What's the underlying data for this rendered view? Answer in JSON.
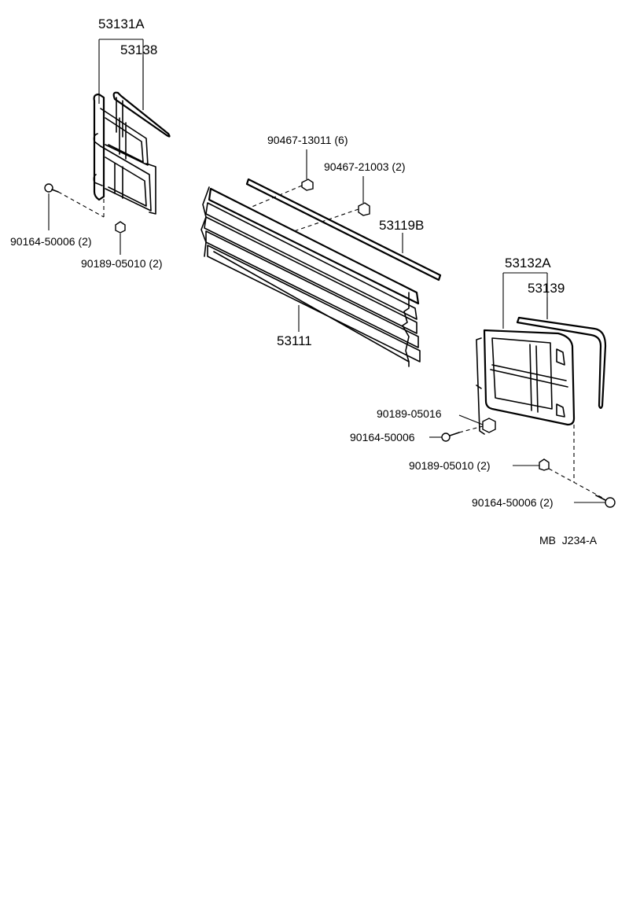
{
  "diagram": {
    "part_labels": {
      "p53131A": "53131A",
      "p53138": "53138",
      "p90164_left": "90164-50006 (2)",
      "p90189_left": "90189-05010 (2)",
      "p90467_13011": "90467-13011 (6)",
      "p90467_21003": "90467-21003 (2)",
      "p53119B": "53119B",
      "p53111": "53111",
      "p53132A": "53132A",
      "p53139": "53139",
      "p90189_05016": "90189-05016",
      "p90164_right_upper": "90164-50006",
      "p90189_right": "90189-05010 (2)",
      "p90164_right_lower": "90164-50006 (2)"
    },
    "diagram_code": "MB  J234-A"
  }
}
